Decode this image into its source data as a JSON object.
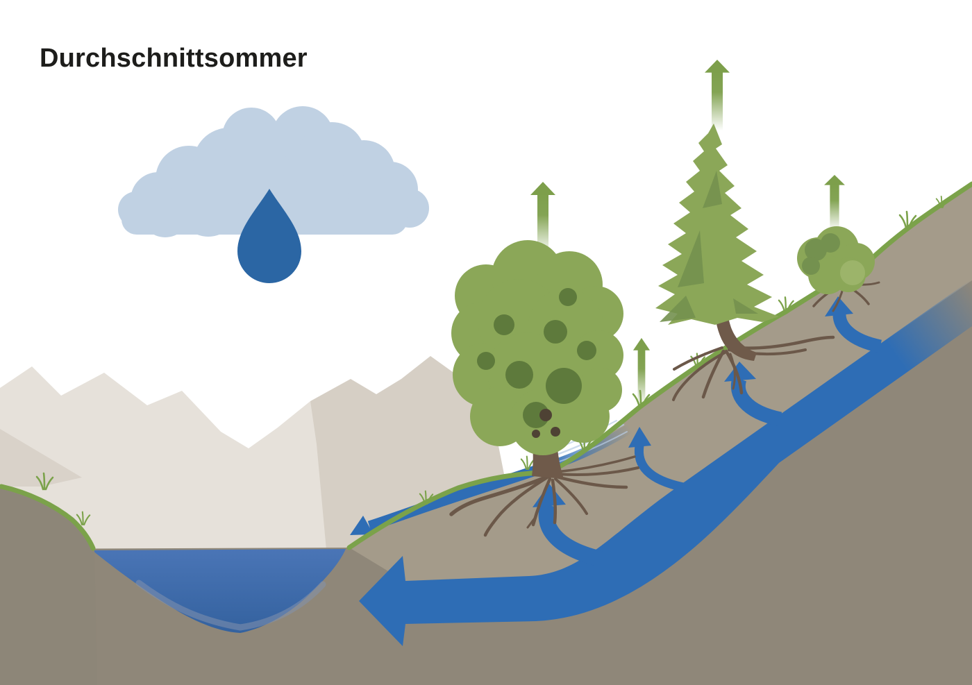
{
  "title": "Durchschnittsommer",
  "colors": {
    "sky": "#ffffff",
    "title": "#1d1d1b",
    "cloud": "#c0d1e3",
    "raindrop": "#2b66a4",
    "flow": "#2e6db5",
    "stream_streak": "#b9cde5",
    "lake_top": "#4a75b6",
    "lake_bottom": "#33619e",
    "lake_shallow": "#8492ad",
    "mountain_far": "#e6e1da",
    "mountain_wedge": "#d9d2c9",
    "mountain_near": "#d6cfc5",
    "ground": "#8f8779",
    "ground_light": "#a49b8a",
    "ground_bank": "#8d8678",
    "grass": "#7ba24a",
    "foliage": "#8ba758",
    "foliage_dark": "#5e7a3c",
    "foliage_shadow": "#74914f",
    "foliage_light": "#9cb46a",
    "trunk": "#6f5a4a",
    "trunk_dark": "#4e4234",
    "root": "#6b5849",
    "arrow_green": "#7d9f4b"
  },
  "elements": {
    "cloud": "rain cloud",
    "raindrop": "rain drop",
    "mountains": "background mountain ridges",
    "lake": "valley lake",
    "groundwater_arrow": "groundwater flow down the slope into the lake",
    "root_uptake_arrows": "water uptake arrows to roots and grass",
    "surface_runoff_arrow": "surface runoff stream to the lake",
    "transpiration_arrows": "evapotranspiration arrows above vegetation",
    "vegetation": "deciduous tree, conifer, shrub and grass on hillside"
  }
}
